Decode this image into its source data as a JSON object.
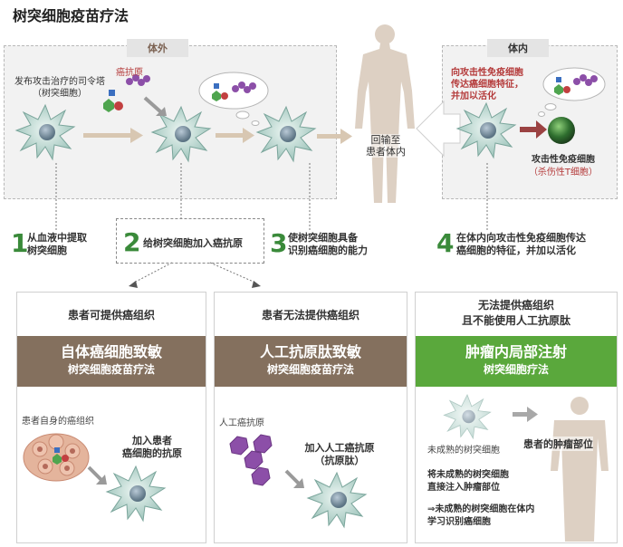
{
  "title": "树突细胞疫苗疗法",
  "top": {
    "outside_label": "体外",
    "inside_label": "体内",
    "commander_line1": "发布攻击治疗的司令塔",
    "commander_line2": "（树突细胞）",
    "antigen_label": "癌抗原",
    "return_line1": "回输至",
    "return_line2": "患者体内",
    "inside_desc_line1": "向攻击性免疫细胞",
    "inside_desc_line2": "传达癌细胞特征，",
    "inside_desc_line3": "并加以活化",
    "tcell_line1": "攻击性免疫细胞",
    "tcell_line2": "（杀伤性T细胞）"
  },
  "steps": [
    {
      "num": "1",
      "line1": "从血液中提取",
      "line2": "树突细胞"
    },
    {
      "num": "2",
      "line1": "给树突细胞加入癌抗原",
      "line2": ""
    },
    {
      "num": "3",
      "line1": "使树突细胞具备",
      "line2": "识别癌细胞的能力"
    },
    {
      "num": "4",
      "line1": "在体内向攻击性免疫细胞传达",
      "line2": "癌细胞的特征，并加以活化"
    }
  ],
  "options": [
    {
      "header_line1": "患者可提供癌组织",
      "header_line2": "",
      "band_main": "自体癌细胞致敏",
      "band_sub": "树突细胞疫苗疗法",
      "caption": "患者自身的癌组织",
      "add_line1": "加入患者",
      "add_line2": "癌细胞的抗原"
    },
    {
      "header_line1": "患者无法提供癌组织",
      "header_line2": "",
      "band_main": "人工抗原肽致敏",
      "band_sub": "树突细胞疫苗疗法",
      "caption": "人工癌抗原",
      "add_line1": "加入人工癌抗原",
      "add_line2": "（抗原肽）"
    },
    {
      "header_line1": "无法提供癌组织",
      "header_line2": "且不能使用人工抗原肽",
      "band_main": "肿瘤内局部注射",
      "band_sub": "树突细胞疗法",
      "caption": "未成熟的树突细胞",
      "tumor_label": "患者的肿瘤部位",
      "note_line1": "将未成熟的树突细胞",
      "note_line2": "直接注入肿瘤部位",
      "note_line3": "⇒未成熟的树突细胞在体内",
      "note_line4": "学习识别癌细胞"
    }
  ],
  "colors": {
    "brown_band": "#84705e",
    "green_band": "#5aa83c",
    "step_number": "#3a8a3a",
    "accent_pink": "#b43a3a"
  }
}
